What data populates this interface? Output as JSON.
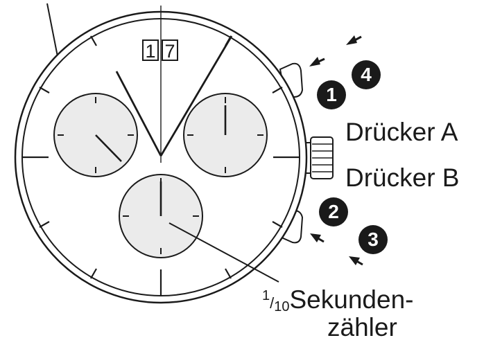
{
  "date_window": {
    "digit_1": "1",
    "digit_2": "7"
  },
  "labels": {
    "pusher_a": "Drücker A",
    "pusher_b": "Drücker B",
    "tenth_sec_numerator": "1",
    "tenth_sec_denominator": "10",
    "tenth_sec_line1": "Sekunden-",
    "tenth_sec_line2": "zähler"
  },
  "step_badges": {
    "one": "1",
    "two": "2",
    "three": "3",
    "four": "4"
  },
  "colors": {
    "ink": "#1a1a1a",
    "subdial_fill": "#ebebeb",
    "background": "#ffffff"
  },
  "icons": {
    "arrows": "press-arrow-icon",
    "badges": "step-number-badge"
  }
}
